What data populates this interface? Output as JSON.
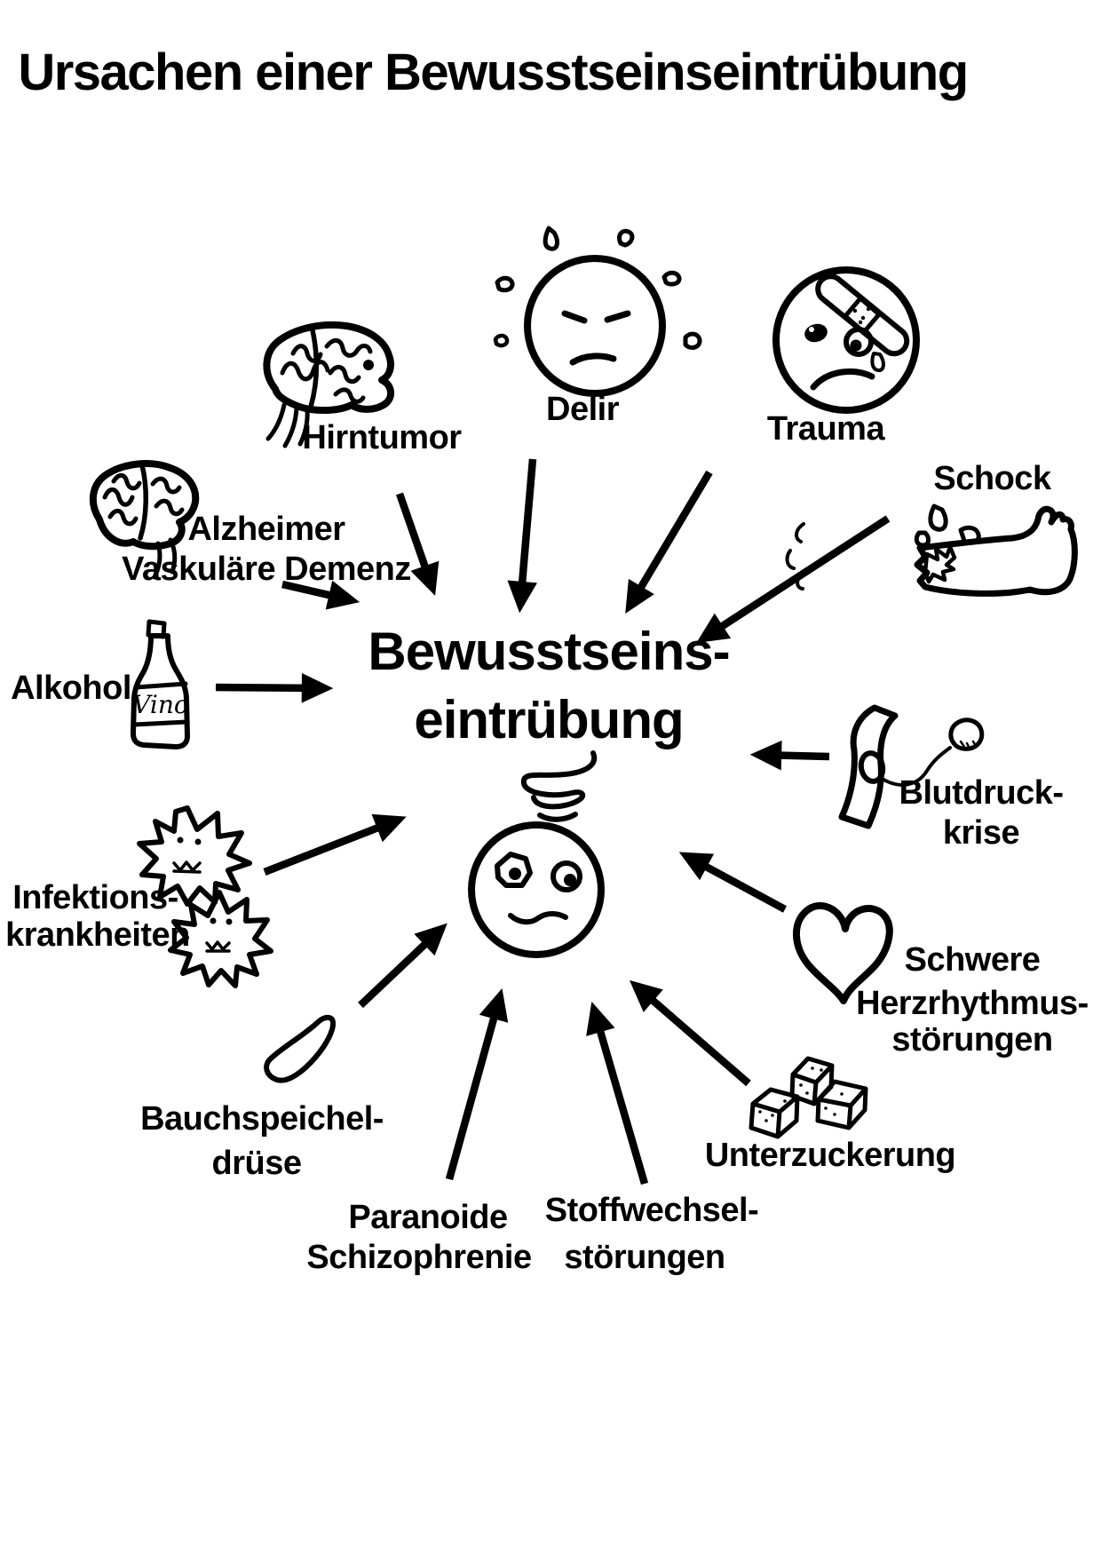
{
  "title": "Ursachen einer Bewusstseinseintrübung",
  "center": {
    "lines": [
      "Bewusstseins-",
      "eintrübung"
    ]
  },
  "causes": [
    {
      "id": "hirntumor",
      "lines": [
        "Hirntumor"
      ]
    },
    {
      "id": "delir",
      "lines": [
        "Delir"
      ]
    },
    {
      "id": "trauma",
      "lines": [
        "Trauma"
      ]
    },
    {
      "id": "schock",
      "lines": [
        "Schock"
      ]
    },
    {
      "id": "demenz",
      "lines": [
        "Alzheimer",
        "Vaskuläre Demenz"
      ]
    },
    {
      "id": "alkohol",
      "lines": [
        "Alkohol"
      ]
    },
    {
      "id": "blutdruckkrise",
      "lines": [
        "Blutdruck-",
        "krise"
      ]
    },
    {
      "id": "infektionskrankheiten",
      "lines": [
        "Infektions-",
        "krankheiten"
      ]
    },
    {
      "id": "herzrhythmusstoerungen",
      "lines": [
        "Schwere",
        "Herzrhythmus-",
        "störungen"
      ]
    },
    {
      "id": "unterzuckerung",
      "lines": [
        "Unterzuckerung"
      ]
    },
    {
      "id": "bauchspeicheldruese",
      "lines": [
        "Bauchspeichel-",
        "drüse"
      ]
    },
    {
      "id": "paranoide-schizophrenie",
      "lines": [
        "Paranoide",
        "Schizophrenie"
      ]
    },
    {
      "id": "stoffwechselstoerungen",
      "lines": [
        "Stoffwechsel-",
        "störungen"
      ]
    }
  ],
  "wine_bottle_label": "Vino",
  "colors": {
    "ink": "#000000",
    "background": "#ffffff"
  }
}
